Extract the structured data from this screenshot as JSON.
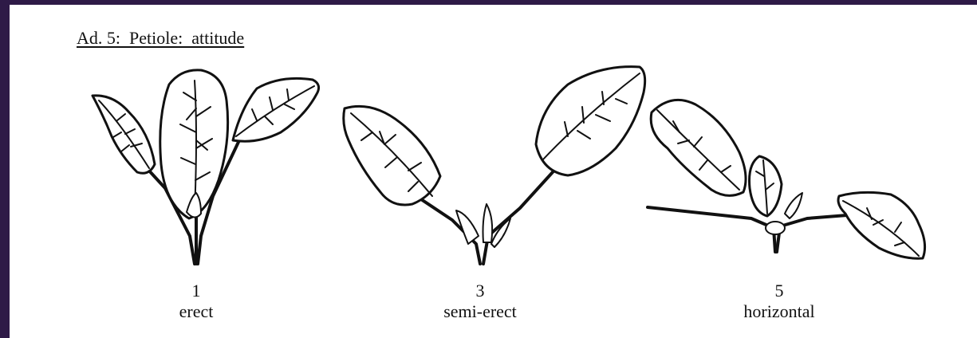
{
  "heading": "Ad. 5:  Petiole:  attitude",
  "states": [
    {
      "note": "1",
      "label": "erect"
    },
    {
      "note": "3",
      "label": "semi-erect"
    },
    {
      "note": "5",
      "label": "horizontal"
    }
  ],
  "colors": {
    "frame": "#2e1a47",
    "paper": "#ffffff",
    "ink": "#111111"
  },
  "icons": [
    "erect-plant-drawing",
    "semi-erect-plant-drawing",
    "horizontal-plant-drawing"
  ]
}
